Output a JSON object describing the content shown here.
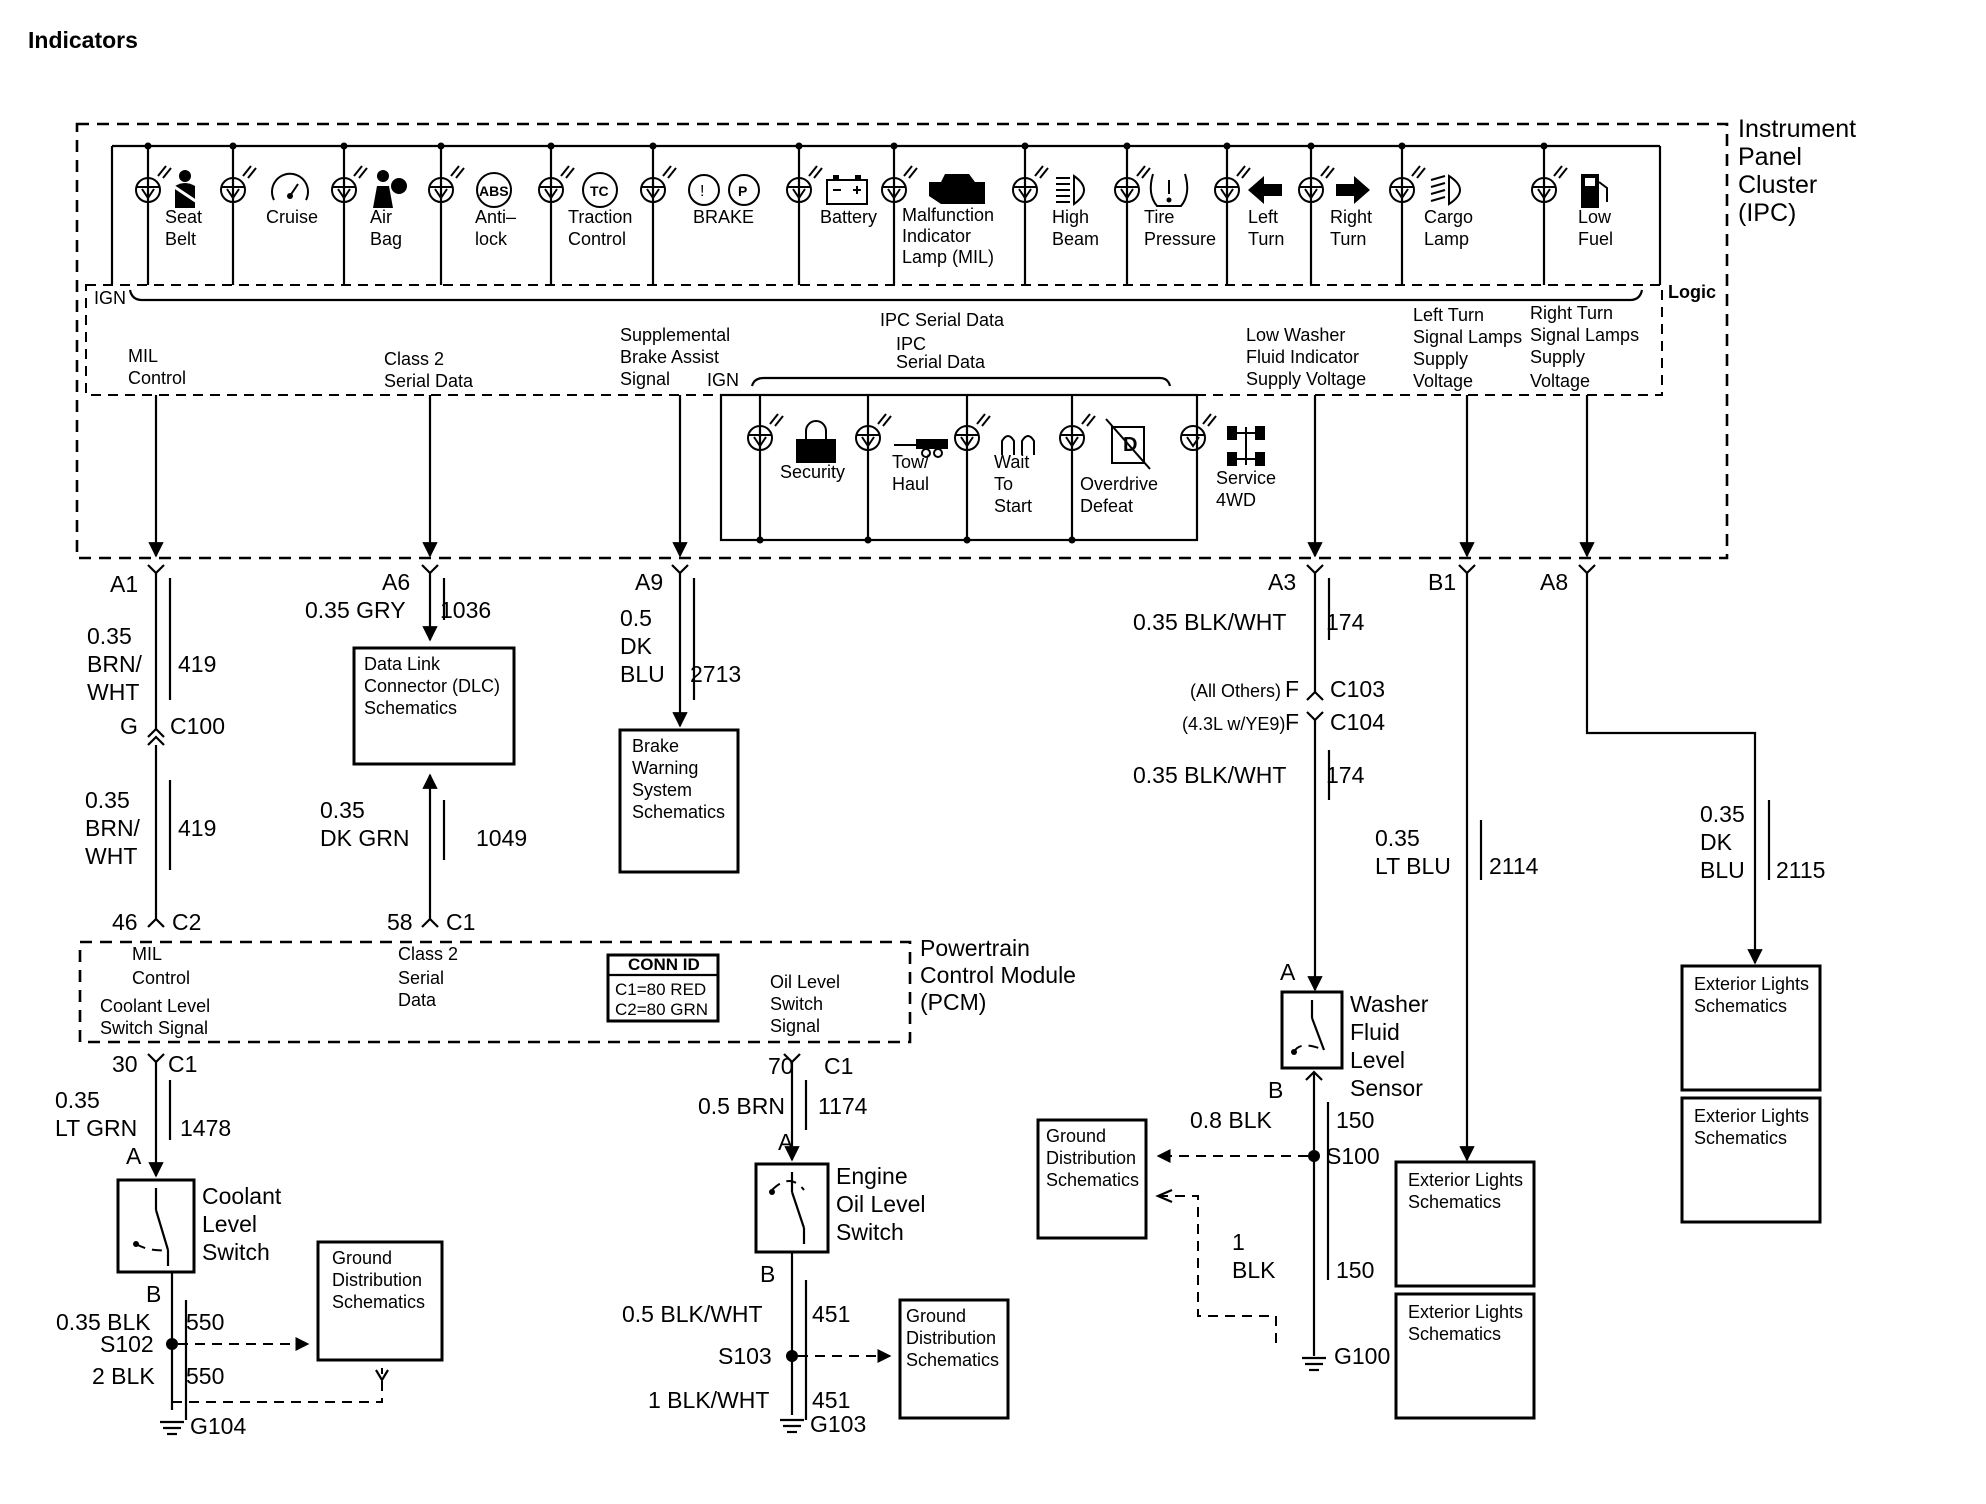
{
  "title": "Indicators",
  "ipc": {
    "name_lines": [
      "Instrument",
      "Panel",
      "Cluster",
      "(IPC)"
    ],
    "logic": "Logic",
    "ign": "IGN",
    "ign2": "IGN",
    "serial_data_title": "IPC Serial Data",
    "serial_data_sub": [
      "IPC",
      "Serial Data"
    ],
    "lamps": [
      {
        "icon": "seat-belt-icon",
        "lines": [
          "Seat",
          "Belt"
        ]
      },
      {
        "icon": "cruise-icon",
        "lines": [
          "Cruise"
        ]
      },
      {
        "icon": "air-bag-icon",
        "lines": [
          "Air",
          "Bag"
        ]
      },
      {
        "icon": "abs-icon",
        "icon_text": "ABS",
        "lines": [
          "Anti–",
          "lock"
        ]
      },
      {
        "icon": "traction-control-icon",
        "icon_text": "TC",
        "lines": [
          "Traction",
          "Control"
        ]
      },
      {
        "icon": "brake-icon",
        "icon_text": "P",
        "lines": [
          "BRAKE"
        ]
      },
      {
        "icon": "battery-icon",
        "lines": [
          "Battery"
        ]
      },
      {
        "icon": "engine-icon",
        "lines": [
          "Malfunction",
          "Indicator",
          "Lamp (MIL)"
        ]
      },
      {
        "icon": "high-beam-icon",
        "lines": [
          "High",
          "Beam"
        ]
      },
      {
        "icon": "tire-pressure-icon",
        "lines": [
          "Tire",
          "Pressure"
        ]
      },
      {
        "icon": "left-arrow-icon",
        "lines": [
          "Left",
          "Turn"
        ]
      },
      {
        "icon": "right-arrow-icon",
        "lines": [
          "Right",
          "Turn"
        ]
      },
      {
        "icon": "cargo-lamp-icon",
        "lines": [
          "Cargo",
          "Lamp"
        ]
      },
      {
        "icon": "fuel-pump-icon",
        "lines": [
          "Low",
          "Fuel"
        ]
      }
    ],
    "serial_lamps": [
      {
        "icon": "lock-icon",
        "lines": [
          "Security"
        ]
      },
      {
        "icon": "tow-icon",
        "lines": [
          "Tow/",
          "Haul"
        ]
      },
      {
        "icon": "glow-plug-icon",
        "lines": [
          "Wait",
          "To",
          "Start"
        ]
      },
      {
        "icon": "overdrive-icon",
        "icon_text": "D",
        "lines": [
          "Overdrive",
          "Defeat"
        ]
      },
      {
        "icon": "4wd-icon",
        "lines": [
          "Service",
          "4WD"
        ]
      }
    ],
    "signals": [
      {
        "lines": [
          "MIL",
          "Control"
        ]
      },
      {
        "lines": [
          "Class 2",
          "Serial Data"
        ]
      },
      {
        "lines": [
          "Supplemental",
          "Brake Assist",
          "Signal"
        ]
      },
      {
        "lines": [
          "Low Washer",
          "Fluid Indicator",
          "Supply Voltage"
        ]
      },
      {
        "lines": [
          "Left Turn",
          "Signal Lamps",
          "Supply",
          "Voltage"
        ]
      },
      {
        "lines": [
          "Right Turn",
          "Signal Lamps",
          "Supply",
          "Voltage"
        ]
      }
    ],
    "pins": [
      "A1",
      "A6",
      "A9",
      "A3",
      "B1",
      "A8"
    ]
  },
  "circuits": {
    "mil_upper": [
      "0.35",
      "BRN/",
      "WHT"
    ],
    "mil_upper_num": "419",
    "c100_pin": "G",
    "c100": "C100",
    "mil_lower": [
      "0.35",
      "BRN/",
      "WHT"
    ],
    "mil_lower_num": "419",
    "c2_pin": "46",
    "c2": "C2",
    "class2_upper": "0.35 GRY",
    "class2_upper_num": "1036",
    "class2_lower": [
      "0.35",
      "DK GRN"
    ],
    "class2_lower_num": "1049",
    "c1_pin_a": "58",
    "c1_a": "C1",
    "brake_wire": [
      "0.5",
      "DK",
      "BLU"
    ],
    "brake_num": "2713",
    "washer_upper": "0.35 BLK/WHT",
    "washer_upper_num": "174",
    "c103_note": "(All Others)",
    "c103_pin": "F",
    "c103": "C103",
    "c104_note": "(4.3L w/YE9)",
    "c104_pin": "F",
    "c104": "C104",
    "washer_lower": "0.35 BLK/WHT",
    "washer_lower_num": "174",
    "lturn_wire": [
      "0.35",
      "LT BLU"
    ],
    "lturn_num": "2114",
    "rturn_wire": [
      "0.35",
      "DK",
      "BLU"
    ],
    "rturn_num": "2115",
    "coolant_pin": "30",
    "coolant_conn": "C1",
    "coolant_wire": [
      "0.35",
      "LT GRN"
    ],
    "coolant_num": "1478",
    "coolant_a": "A",
    "coolant_b": "B",
    "coolant_gnd1": "0.35 BLK",
    "coolant_gnd1_num": "550",
    "s102": "S102",
    "coolant_gnd2": "2 BLK",
    "coolant_gnd2_num": "550",
    "g104": "G104",
    "oil_pin": "70",
    "oil_conn": "C1",
    "oil_wire": "0.5 BRN",
    "oil_num": "1174",
    "oil_a": "A",
    "oil_b": "B",
    "oil_gnd1": "0.5 BLK/WHT",
    "oil_gnd1_num": "451",
    "s103": "S103",
    "oil_gnd2": "1 BLK/WHT",
    "oil_gnd2_num": "451",
    "g103": "G103",
    "washer_a": "A",
    "washer_b": "B",
    "washer_gnd1": "0.8 BLK",
    "washer_gnd1_num": "150",
    "s100": "S100",
    "washer_gnd2": [
      "1",
      "BLK"
    ],
    "washer_gnd2_num": "150",
    "g100": "G100"
  },
  "pcm": {
    "name_lines": [
      "Powertrain",
      "Control Module",
      "(PCM)"
    ],
    "mil": [
      "MIL",
      "Control"
    ],
    "coolant": [
      "Coolant Level",
      "Switch Signal"
    ],
    "class2": [
      "Class 2",
      "Serial",
      "Data"
    ],
    "conn_id_title": "CONN ID",
    "conn_id_lines": [
      "C1=80 RED",
      "C2=80 GRN"
    ],
    "oil": [
      "Oil Level",
      "Switch",
      "Signal"
    ]
  },
  "components": {
    "coolant_switch": [
      "Coolant",
      "Level",
      "Switch"
    ],
    "oil_switch": [
      "Engine",
      "Oil Level",
      "Switch"
    ],
    "washer_sensor": [
      "Washer",
      "Fluid",
      "Level",
      "Sensor"
    ]
  },
  "boxes": {
    "dlc": [
      "Data Link",
      "Connector (DLC)",
      "Schematics"
    ],
    "brake": [
      "Brake",
      "Warning",
      "System",
      "Schematics"
    ],
    "ground1": [
      "Ground",
      "Distribution",
      "Schematics"
    ],
    "ground2": [
      "Ground",
      "Distribution",
      "Schematics"
    ],
    "ground3": [
      "Ground",
      "Distribution",
      "Schematics"
    ],
    "ext1": [
      "Exterior Lights",
      "Schematics"
    ],
    "ext2": [
      "Exterior Lights",
      "Schematics"
    ],
    "ext3": [
      "Exterior Lights",
      "Schematics"
    ],
    "ext4": [
      "Exterior Lights",
      "Schematics"
    ]
  }
}
